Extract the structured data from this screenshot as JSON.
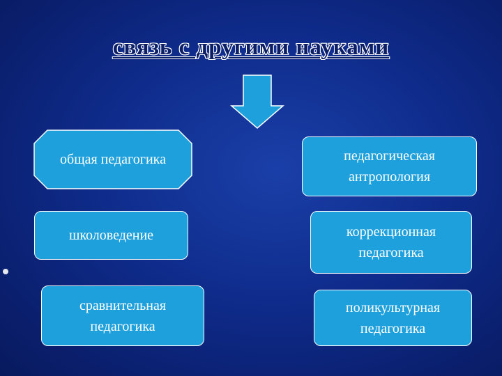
{
  "title": "связь с другими науками",
  "left_column": [
    {
      "label": "общая педагогика"
    },
    {
      "label": "школоведение"
    },
    {
      "label_line1": "сравнительная",
      "label_line2": "педагогика"
    }
  ],
  "right_column": [
    {
      "label_line1": "педагогическая",
      "label_line2": "антропология"
    },
    {
      "label_line1": "коррекционная",
      "label_line2": "педагогика"
    },
    {
      "label_line1": "поликультурная",
      "label_line2": "педагогика"
    }
  ],
  "colors": {
    "background": "#0f2c8c",
    "box_fill": "#1ea0dc",
    "arrow_fill": "#1ea0dc",
    "title_text": "#0b1e66"
  },
  "icons": {
    "arrow": "down-arrow-icon"
  }
}
